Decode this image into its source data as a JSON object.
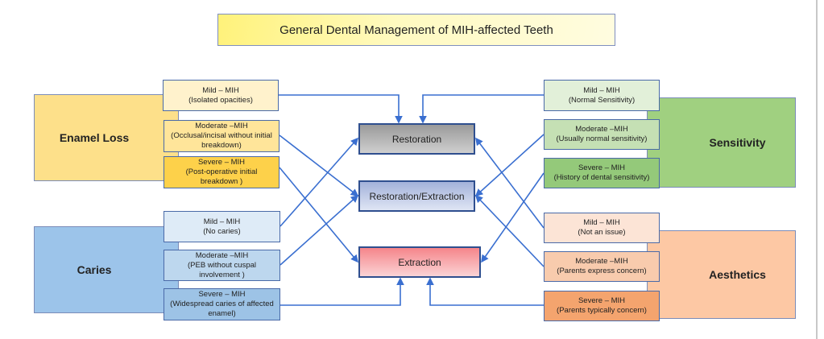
{
  "title": "General Dental  Management of MIH-affected Teeth",
  "categories": {
    "enamel_loss": {
      "label": "Enamel Loss",
      "color": "#fde08a",
      "items": [
        {
          "severity": "Mild – MIH",
          "desc": "(Isolated opacities)",
          "color": "#fff2cc",
          "leads_to": "Restoration"
        },
        {
          "severity": "Moderate –MIH",
          "desc": "(Occlusal/incisal without initial breakdown)",
          "color": "#ffe59a",
          "leads_to": "Restoration/Extraction"
        },
        {
          "severity": "Severe – MIH",
          "desc": "(Post-operative initial breakdown )",
          "color": "#fdd14a",
          "leads_to": "Extraction"
        }
      ]
    },
    "caries": {
      "label": "Caries",
      "color": "#9cc4ea",
      "items": [
        {
          "severity": "Mild – MIH",
          "desc": "(No caries)",
          "color": "#deebf7",
          "leads_to": "Restoration"
        },
        {
          "severity": "Moderate –MIH",
          "desc": "(PEB without cuspal involvement )",
          "color": "#bdd7ee",
          "leads_to": "Restoration/Extraction"
        },
        {
          "severity": "Severe – MIH",
          "desc": "(Widespread caries of affected enamel)",
          "color": "#9dc3e6",
          "leads_to": "Extraction"
        }
      ]
    },
    "sensitivity": {
      "label": "Sensitivity",
      "color": "#a0d080",
      "items": [
        {
          "severity": "Mild – MIH",
          "desc": "(Normal Sensitivity)",
          "color": "#e2f0d9",
          "leads_to": "Restoration"
        },
        {
          "severity": "Moderate –MIH",
          "desc": "(Usually normal sensitivity)",
          "color": "#c5e0b4",
          "leads_to": "Restoration/Extraction"
        },
        {
          "severity": "Severe – MIH",
          "desc": "(History of dental sensitivity)",
          "color": "#94c97a",
          "leads_to": "Extraction"
        }
      ]
    },
    "aesthetics": {
      "label": "Aesthetics",
      "color": "#fdc8a4",
      "items": [
        {
          "severity": "Mild – MIH",
          "desc": "(Not an issue)",
          "color": "#fce4d6",
          "leads_to": "Restoration"
        },
        {
          "severity": "Moderate –MIH",
          "desc": "(Parents express concern)",
          "color": "#f8cbad",
          "leads_to": "Restoration/Extraction"
        },
        {
          "severity": "Severe – MIH",
          "desc": "(Parents typically concern)",
          "color": "#f4a46e",
          "leads_to": "Extraction"
        }
      ]
    }
  },
  "outcomes": {
    "restoration": "Restoration",
    "restoration_extraction": "Restoration/Extraction",
    "extraction": "Extraction"
  },
  "colors": {
    "connector": "#3a6fd0",
    "restoration": "#a6a6a6",
    "restoration_extraction": "#a9b7dc",
    "extraction": "#f4868c"
  }
}
